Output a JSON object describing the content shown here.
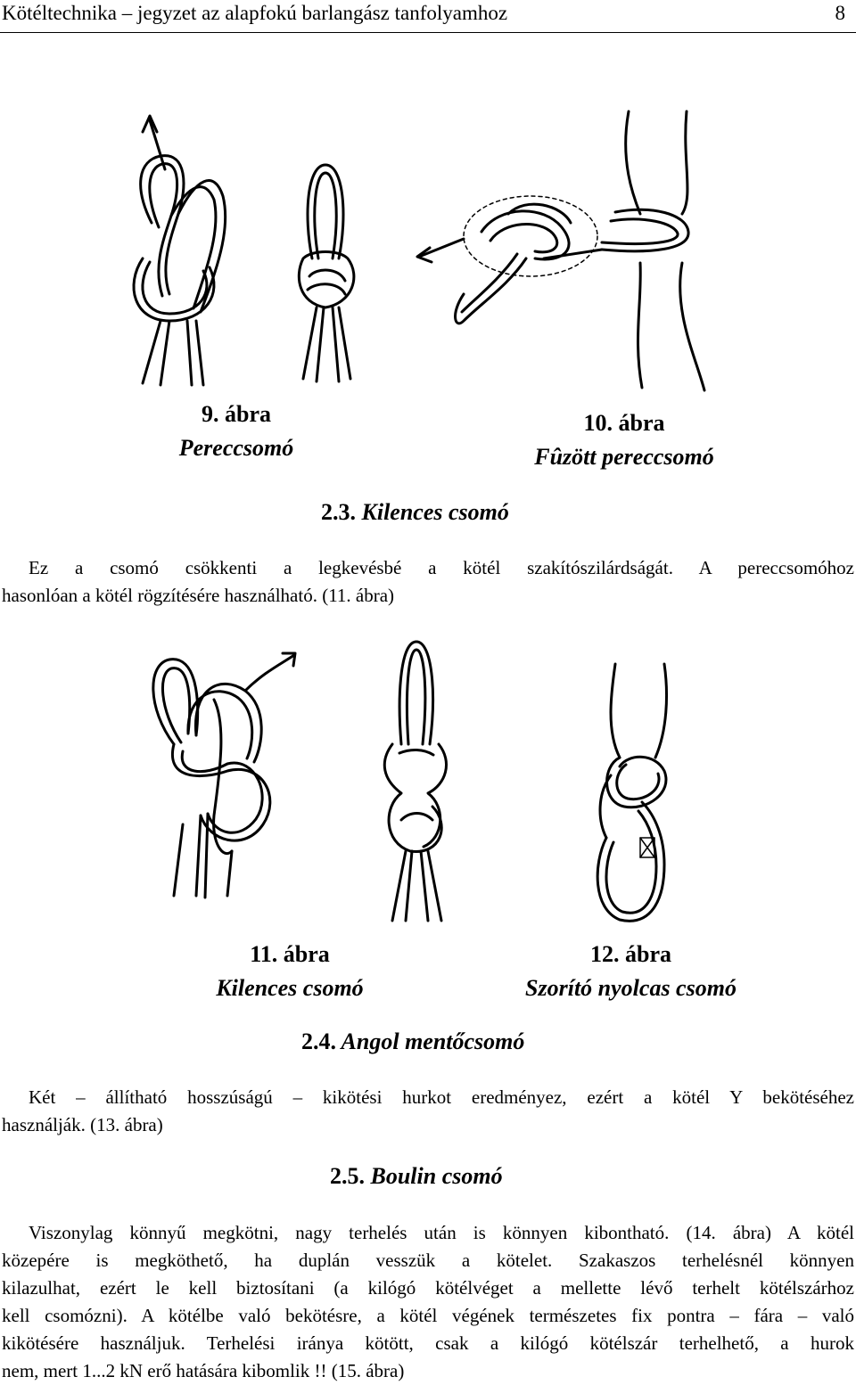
{
  "header": {
    "title": "Kötéltechnika – jegyzet az alapfokú barlangász tanfolyamhoz",
    "page_number": "8"
  },
  "figures": {
    "fig9": {
      "number": "9. ábra",
      "name": "Pereccsomó"
    },
    "fig10": {
      "number": "10. ábra",
      "name": "Fûzött pereccsomó"
    },
    "fig11": {
      "number": "11. ábra",
      "name": "Kilences csomó"
    },
    "fig12": {
      "number": "12. ábra",
      "name": "Szorító nyolcas csomó"
    }
  },
  "sections": {
    "s23": {
      "number": "2.3.",
      "title": "Kilences csomó",
      "lines": [
        "Ez a csomó csökkenti a legkevésbé a kötél szakítószilárdságát. A pereccsomóhoz",
        "hasonlóan a kötél rögzítésére használható. (11. ábra)"
      ]
    },
    "s24": {
      "number": "2.4.",
      "title": "Angol mentőcsomó",
      "lines": [
        "Két – állítható hosszúságú – kikötési hurkot eredményez, ezért a kötél Y bekötéséhez",
        "használják. (13. ábra)"
      ]
    },
    "s25": {
      "number": "2.5.",
      "title": "Boulin csomó",
      "lines": [
        "Viszonylag könnyű megkötni, nagy terhelés után is könnyen kibontható. (14. ábra) A kötél",
        "közepére is megköthető, ha duplán vesszük a kötelet. Szakaszos terhelésnél könnyen",
        "kilazulhat, ezért le kell biztosítani (a kilógó kötélvéget a mellette lévő terhelt kötélszárhoz",
        "kell csomózni). A kötélbe való bekötésre, a kötél végének természetes fix pontra – fára – való",
        "kikötésére használjuk. Terhelési iránya kötött, csak a kilógó kötélszár terhelhető, a hurok",
        "nem, mert 1...2 kN erő hatására kibomlik !! (15. ábra)"
      ]
    }
  }
}
